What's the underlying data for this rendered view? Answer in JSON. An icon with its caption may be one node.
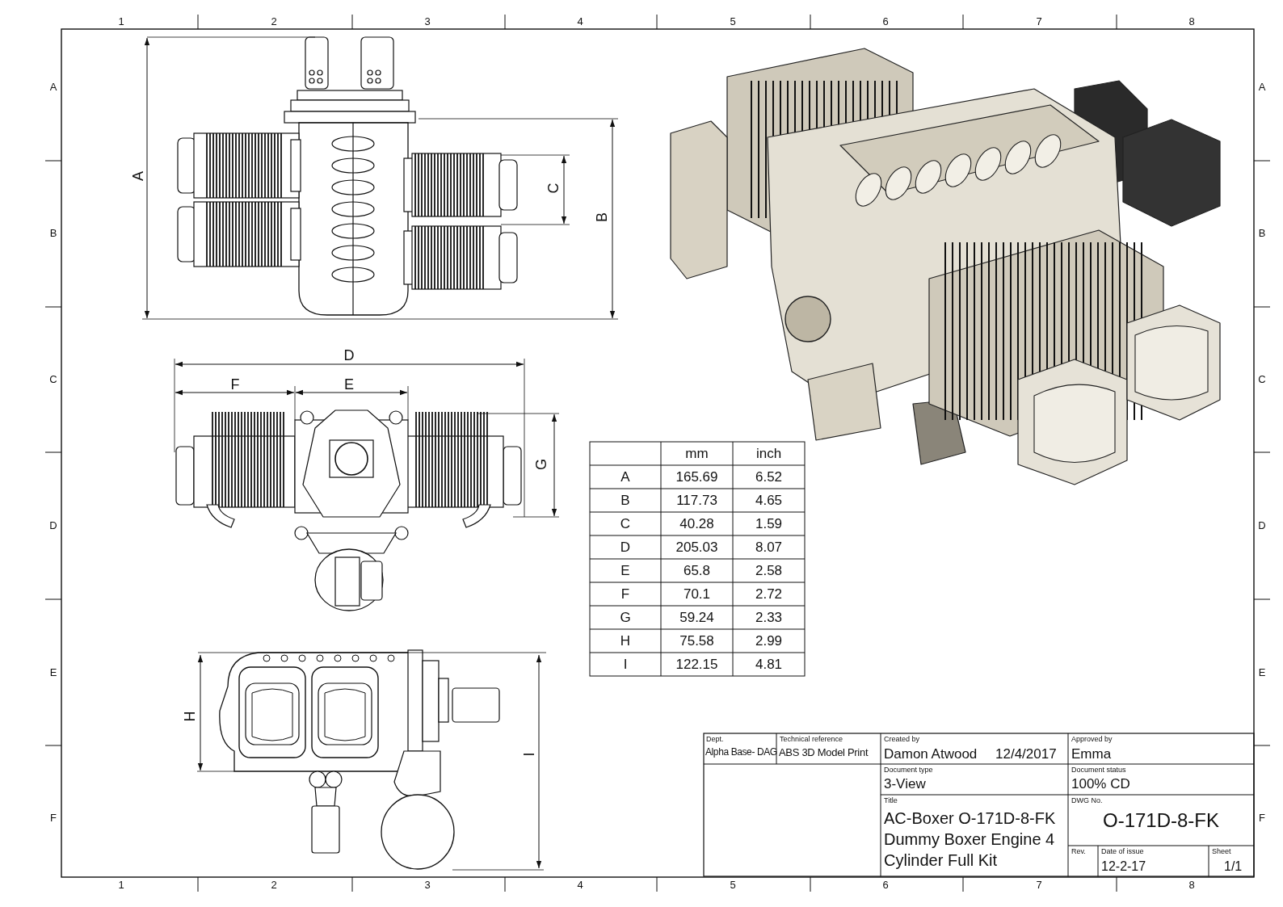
{
  "diagram": {
    "labels": [
      "1",
      "2",
      "3",
      "4",
      "5",
      "6",
      "7",
      "8",
      "A",
      "B",
      "C",
      "D",
      "E",
      "F",
      "A",
      "B",
      "C",
      "D",
      "E",
      "F",
      "1",
      "2",
      "3",
      "4",
      "5",
      "6",
      "7",
      "8",
      "A",
      "B",
      "C",
      "D",
      "F",
      "E",
      "G",
      "H",
      "I",
      "mm",
      "inch",
      "A",
      "165.69",
      "6.52",
      "B",
      "117.73",
      "4.65",
      "C",
      "40.28",
      "1.59",
      "D",
      "205.03",
      "8.07",
      "E",
      "65.8",
      "2.58",
      "F",
      "70.1",
      "2.72",
      "G",
      "59.24",
      "2.33",
      "H",
      "75.58",
      "2.99",
      "I",
      "122.15",
      "4.81",
      "Dept.",
      "Alpha Base- DAG",
      "Technical reference",
      "ABS 3D Model Print",
      "Created by",
      "Damon Atwood",
      "12/4/2017",
      "Approved by",
      "Emma",
      "Document type",
      "3-View",
      "Document status",
      "100% CD",
      "Title",
      "AC-Boxer O-171D-8-FK Dummy Boxer Engine 4 Cylinder Full Kit",
      "DWG No.",
      "O-171D-8-FK",
      "Rev.",
      "Date of issue",
      "12-2-17",
      "Sheet",
      "1/1"
    ]
  }
}
